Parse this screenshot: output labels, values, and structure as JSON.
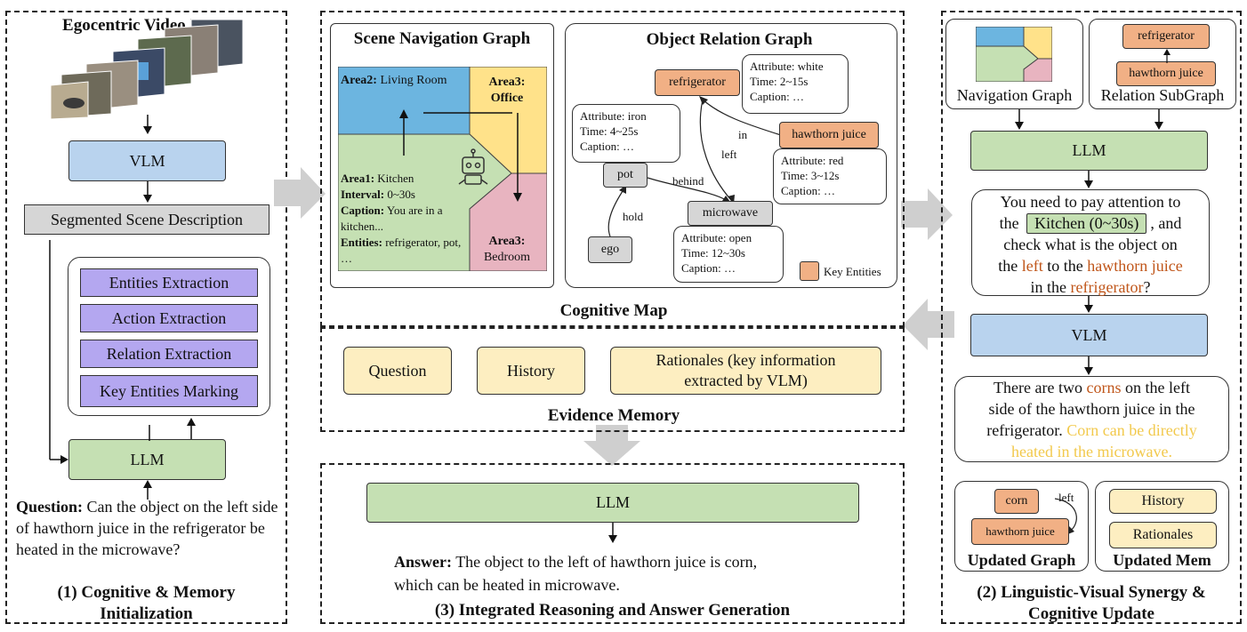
{
  "panel1": {
    "title": "Egocentric Video Input",
    "vlm": "VLM",
    "segmented": "Segmented Scene Description",
    "extraction": [
      "Entities Extraction",
      "Action Extraction",
      "Relation Extraction",
      "Key Entities Marking"
    ],
    "llm": "LLM",
    "question_label": "Question:",
    "question_text": "Can the object on the left side of hawthorn juice in the refrigerator be heated in the microwave?",
    "caption_line1": "(1)  Cognitive & Memory",
    "caption_line2": "Initialization"
  },
  "cogmap": {
    "scene_title": "Scene Navigation Graph",
    "area2_label": "Area2:",
    "area2_text": "Living Room",
    "area3_office_label": "Area3:",
    "area3_office_text": "Office",
    "area1_label": "Area1:",
    "area1_text": "Kitchen",
    "interval_label": "Interval:",
    "interval_text": "0~30s",
    "caption_label": "Caption:",
    "caption_text": "You are in a kitchen...",
    "entities_label": "Entities:",
    "entities_text": "refrigerator, pot, …",
    "area3_bedroom_label": "Area3:",
    "area3_bedroom_text": "Bedroom",
    "orl_title": "Object Relation Graph",
    "nodes": {
      "refrigerator": "refrigerator",
      "hawthorn": "hawthorn juice",
      "pot": "pot",
      "microwave": "microwave",
      "ego": "ego"
    },
    "edges": {
      "in": "in",
      "left": "left",
      "behind": "behind",
      "hold": "hold"
    },
    "attr_fridge": [
      "Attribute:  white",
      "Time:  2~15s",
      "Caption:  …"
    ],
    "attr_pot": [
      "Attribute:  iron",
      "Time:  4~25s",
      "Caption:  …"
    ],
    "attr_hawthorn": [
      "Attribute:  red",
      "Time:  3~12s",
      "Caption:  …"
    ],
    "attr_microwave": [
      "Attribute:  open",
      "Time:  12~30s",
      "Caption:  …"
    ],
    "legend": "Key Entities",
    "footer": "Cognitive Map"
  },
  "evidence": {
    "question": "Question",
    "history": "History",
    "rationales_line1": "Rationales (key information",
    "rationales_line2": "extracted by VLM)",
    "footer": "Evidence Memory"
  },
  "panel3": {
    "llm": "LLM",
    "answer_label": "Answer:",
    "answer_line1": "The object to the left of hawthorn juice is corn,",
    "answer_line2": "which can be heated in microwave.",
    "caption": "(3) Integrated Reasoning and Answer Generation"
  },
  "panel2": {
    "nav_graph": "Navigation Graph",
    "rel_subgraph": "Relation  SubGraph",
    "refrigerator": "refrigerator",
    "hawthorn": "hawthorn juice",
    "llm": "LLM",
    "prompt_1": "You need to pay attention  to",
    "prompt_the": "the",
    "prompt_kitchen": "Kitchen (0~30s)",
    "prompt_and": ", and",
    "prompt_3": "check what is the object on",
    "prompt_4a": "the",
    "prompt_left": "left",
    "prompt_4b": "to the",
    "prompt_hawthorn": "hawthorn juice",
    "prompt_5a": "in the",
    "prompt_fridge": "refrigerator",
    "prompt_5b": "?",
    "vlm": "VLM",
    "resp_1a": "There are two",
    "resp_corns": "corns",
    "resp_1b": "on the left",
    "resp_2": "side of the hawthorn juice in the",
    "resp_3a": "refrigerator.",
    "resp_3b": "Corn can be directly",
    "resp_4": "heated in the microwave.",
    "corn": "corn",
    "left": "left",
    "hawthorn2": "hawthorn juice",
    "updated_graph": "Updated Graph",
    "history": "History",
    "rationales": "Rationales",
    "updated_mem": "Updated Mem",
    "caption_line1": "(2) Linguistic-Visual Synergy &",
    "caption_line2": "Cognitive Update"
  },
  "colors": {
    "vlm_blue": "#b9d3ee",
    "llm_green": "#c5e0b3",
    "extraction_purple": "#b4a7f0",
    "memory_cream": "#fdeec1",
    "key_entity_orange": "#f1b085",
    "highlight_brown": "#c0561a",
    "highlight_gold": "#f2c94c",
    "area_living": "#6cb5e0",
    "area_office": "#ffe28a",
    "area_kitchen": "#c5e0b3",
    "area_bedroom": "#e8b4c0"
  }
}
